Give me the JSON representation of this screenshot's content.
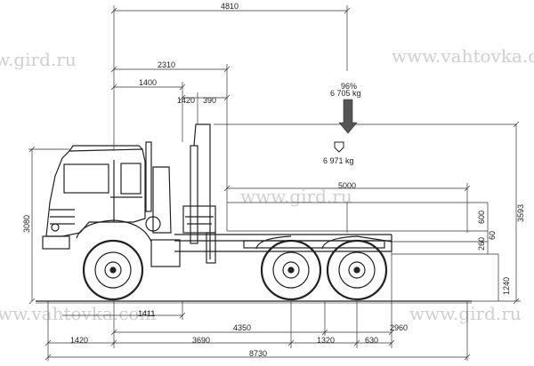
{
  "watermarks": [
    "www.gird.ru",
    "www.vahtovka.com"
  ],
  "dimensions": {
    "d4810": "4810",
    "d2310": "2310",
    "d1400": "1400",
    "d1420top": "1420",
    "d390": "390",
    "d5000": "5000",
    "d600": "600",
    "d60": "60",
    "d260": "260",
    "d1240": "1240",
    "d3593": "3593",
    "d3080": "3080",
    "d1411": "1411",
    "d4350": "4350",
    "d2960": "2960",
    "d1420": "1420",
    "d3690": "3690",
    "d1320": "1320",
    "d630": "630",
    "d8730": "8730"
  },
  "loads": {
    "percent": "96%",
    "upper_mass": "6 705 kg",
    "center_mass": "6 971 kg"
  },
  "colors": {
    "line": "#222222",
    "watermark": "#cfcfcf",
    "arrow": "#555555"
  }
}
